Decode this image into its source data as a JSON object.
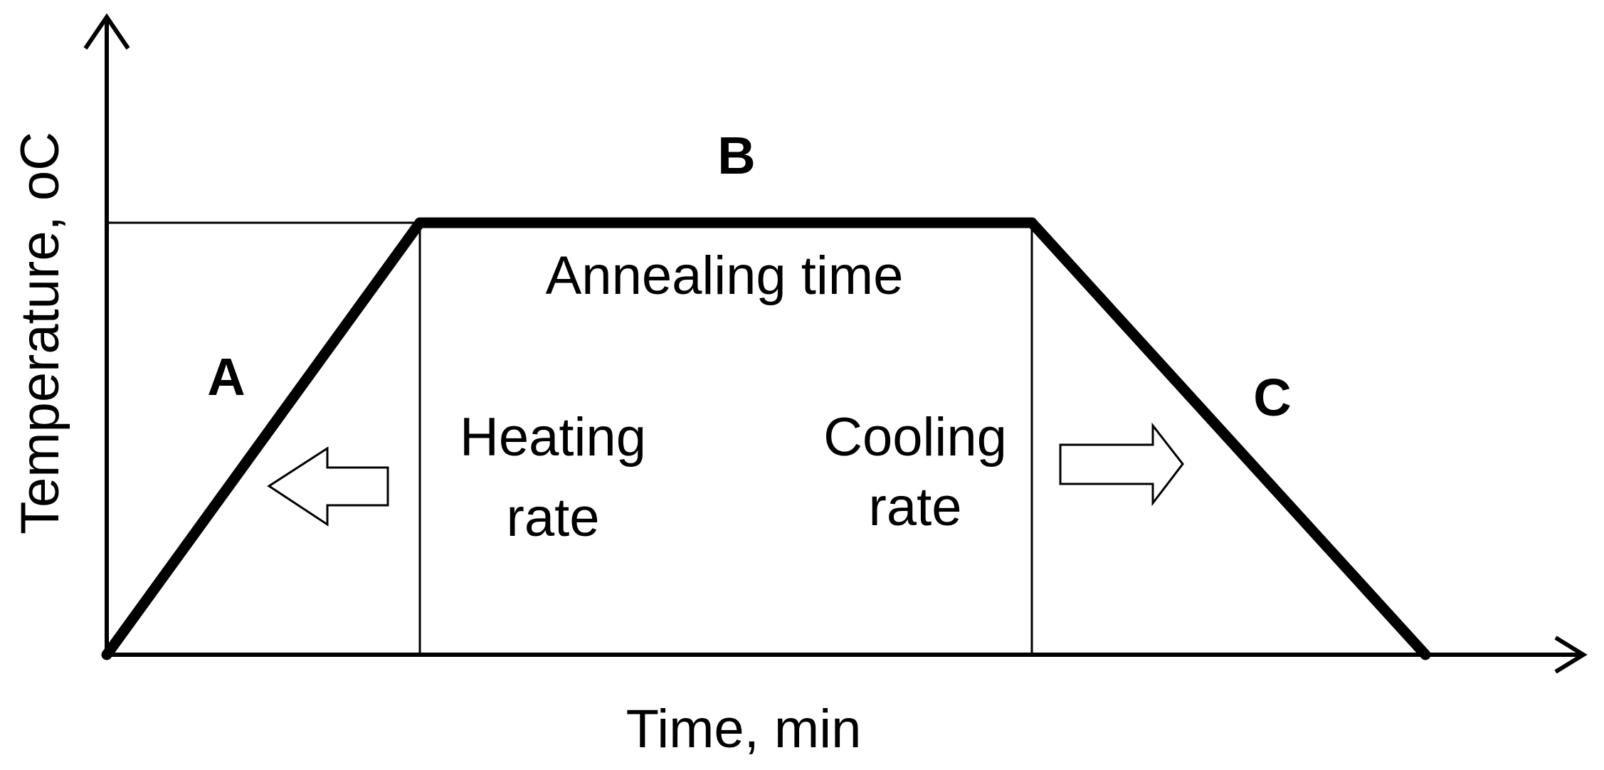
{
  "diagram": {
    "y_axis_label": "Temperature, ",
    "y_axis_unit": "oC",
    "x_axis_label": "Time, min",
    "segment_a": "A",
    "segment_b": "B",
    "segment_c": "C",
    "annealing_label": "Annealing time",
    "heating_line1": "Heating",
    "heating_line2": "rate",
    "cooling_line1": "Cooling",
    "cooling_line2": "rate"
  }
}
